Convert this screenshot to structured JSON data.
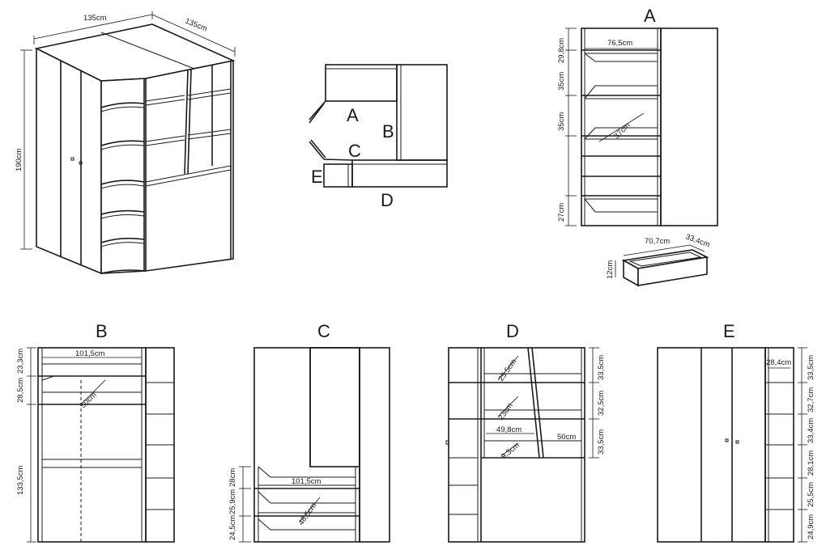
{
  "iso": {
    "width_left": "135cm",
    "width_right": "135cm",
    "height": "190cm"
  },
  "plan": {
    "A": "A",
    "B": "B",
    "C": "C",
    "D": "D",
    "E": "E"
  },
  "viewA": {
    "title": "A",
    "width": "76,5cm",
    "depth": "37cm",
    "h1": "29,8cm",
    "h2": "35cm",
    "h3": "35cm",
    "h4": "27cm"
  },
  "drawer": {
    "w": "70,7cm",
    "d": "33,4cm",
    "h": "12cm"
  },
  "viewB": {
    "title": "B",
    "width": "101,5cm",
    "depth": "50cm",
    "h1": "23,3cm",
    "h2": "28,5cm",
    "h3": "133,5cm"
  },
  "viewC": {
    "title": "C",
    "width": "101,5cm",
    "depth": "48,5cm",
    "h1": "28cm",
    "h2": "25,9cm",
    "h3": "24,5cm"
  },
  "viewD": {
    "title": "D",
    "d1": "25,5cm",
    "d2": "23cm",
    "w1": "49,8cm",
    "w2": "50cm",
    "d3": "9,3cm",
    "h1": "33,5cm",
    "h2": "32,5cm",
    "h3": "33,5cm"
  },
  "viewE": {
    "title": "E",
    "w": "28,4cm",
    "h1": "33,5cm",
    "h2": "32,7cm",
    "h3": "33,4cm",
    "h4": "28,1cm",
    "h5": "25,5cm",
    "h6": "24,9cm"
  },
  "colors": {
    "line": "#1a1a1a",
    "background": "#ffffff"
  }
}
